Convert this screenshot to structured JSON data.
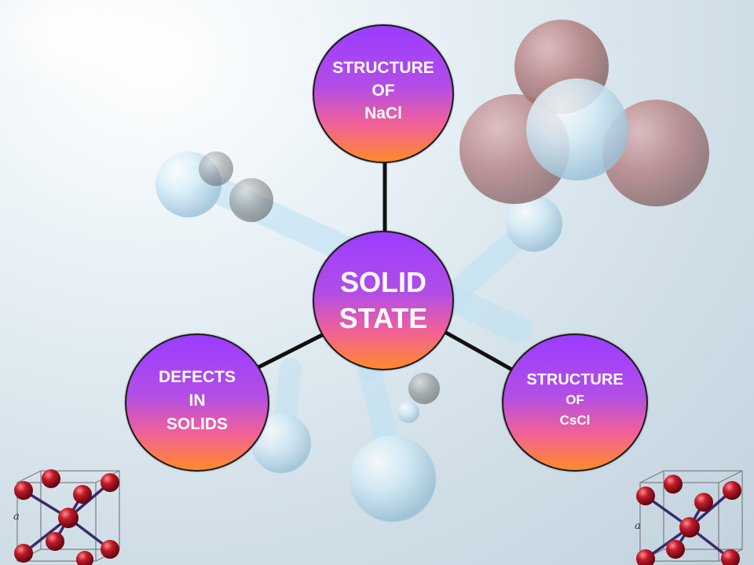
{
  "center_node": {
    "lines": [
      "SOLID",
      "STATE"
    ]
  },
  "top_node": {
    "lines": [
      "STRUCTURE",
      "OF",
      "NaCl"
    ]
  },
  "left_node": {
    "lines": [
      "DEFECTS",
      "IN",
      "SOLIDS"
    ]
  },
  "right_node": {
    "lines": [
      "STRUCTURE",
      "OF",
      "CsCl"
    ]
  },
  "crystal_axis_label": "a",
  "colors": {
    "node_gradient_top": "#9b3cff",
    "node_gradient_bottom": "#ff8a2a",
    "connector": "#111111",
    "atom": "#b01322",
    "lattice_bond": "#3a2a6a"
  }
}
